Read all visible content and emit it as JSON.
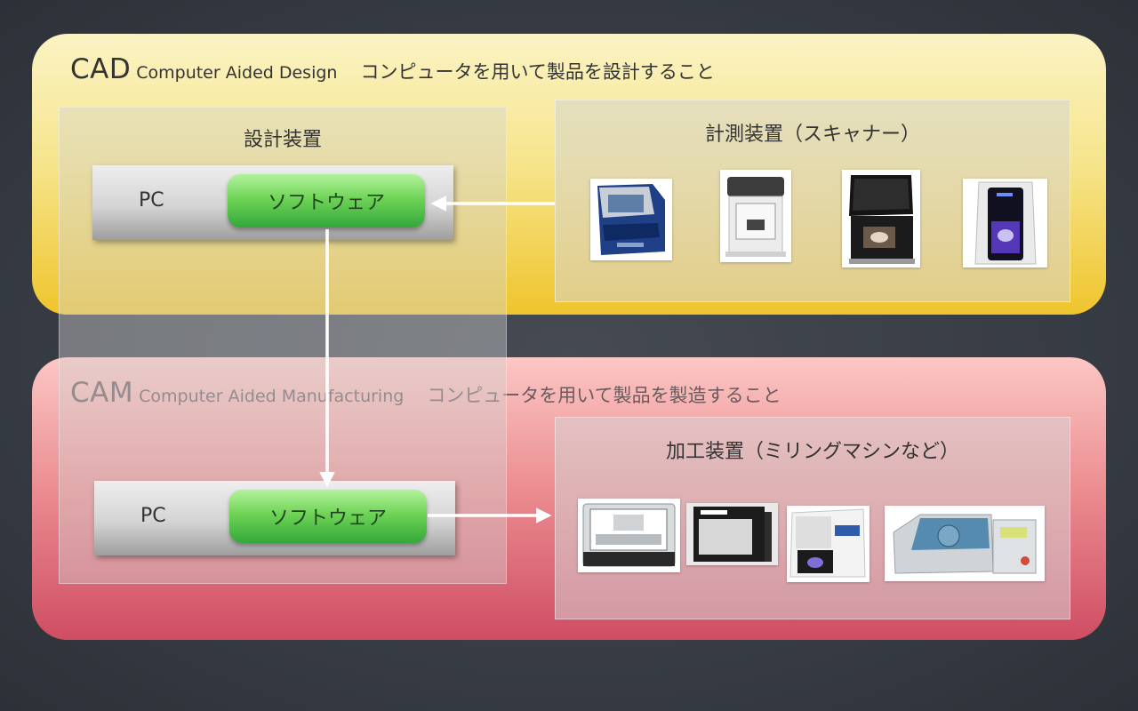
{
  "cad": {
    "abbr": "CAD",
    "full": "Computer Aided Design",
    "description": "コンピュータを用いて製品を設計すること"
  },
  "cam": {
    "abbr": "CAM",
    "full": "Computer Aided Manufacturing",
    "description": "コンピュータを用いて製品を製造すること"
  },
  "design_box": {
    "title": "設計装置"
  },
  "scanner_box": {
    "title": "計測装置（スキャナー）"
  },
  "mill_box": {
    "title": "加工装置（ミリングマシンなど）"
  },
  "pc_top": {
    "label": "PC",
    "software": "ソフトウェア"
  },
  "pc_bottom": {
    "label": "PC",
    "software": "ソフトウェア"
  },
  "colors": {
    "cad_panel": "#f6e58e",
    "cam_panel": "#ec8f92",
    "software_green": "#6fd456",
    "arrow": "#ffffff"
  }
}
